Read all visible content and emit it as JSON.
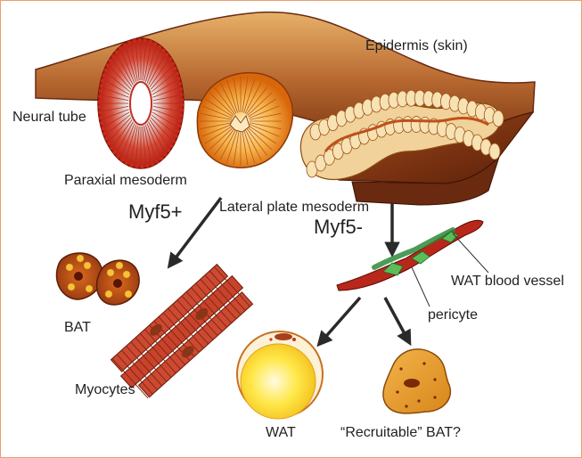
{
  "labels": {
    "epidermis": "Epidermis (skin)",
    "neural_tube": "Neural tube",
    "paraxial_mesoderm": "Paraxial mesoderm",
    "lateral_plate_mesoderm": "Lateral plate mesoderm",
    "myf5_plus": "Myf5+",
    "myf5_minus": "Myf5-",
    "bat": "BAT",
    "myocytes": "Myocytes",
    "wat_blood_vessel": "WAT blood vessel",
    "pericyte": "pericyte",
    "wat": "WAT",
    "recruitable_bat": "“Recruitable” BAT?"
  },
  "colors": {
    "frame": "#e8a070",
    "skin": "#c0703a",
    "neural_tube_red": "#cc2a1a",
    "paraxial_orange": "#e98a18",
    "lateral_cream": "#f3d9a4",
    "arrow": "#2a2a2a",
    "wat_yellow": "#ffe24a",
    "myocyte_red": "#c2402c",
    "vessel_green": "#4caa48"
  }
}
